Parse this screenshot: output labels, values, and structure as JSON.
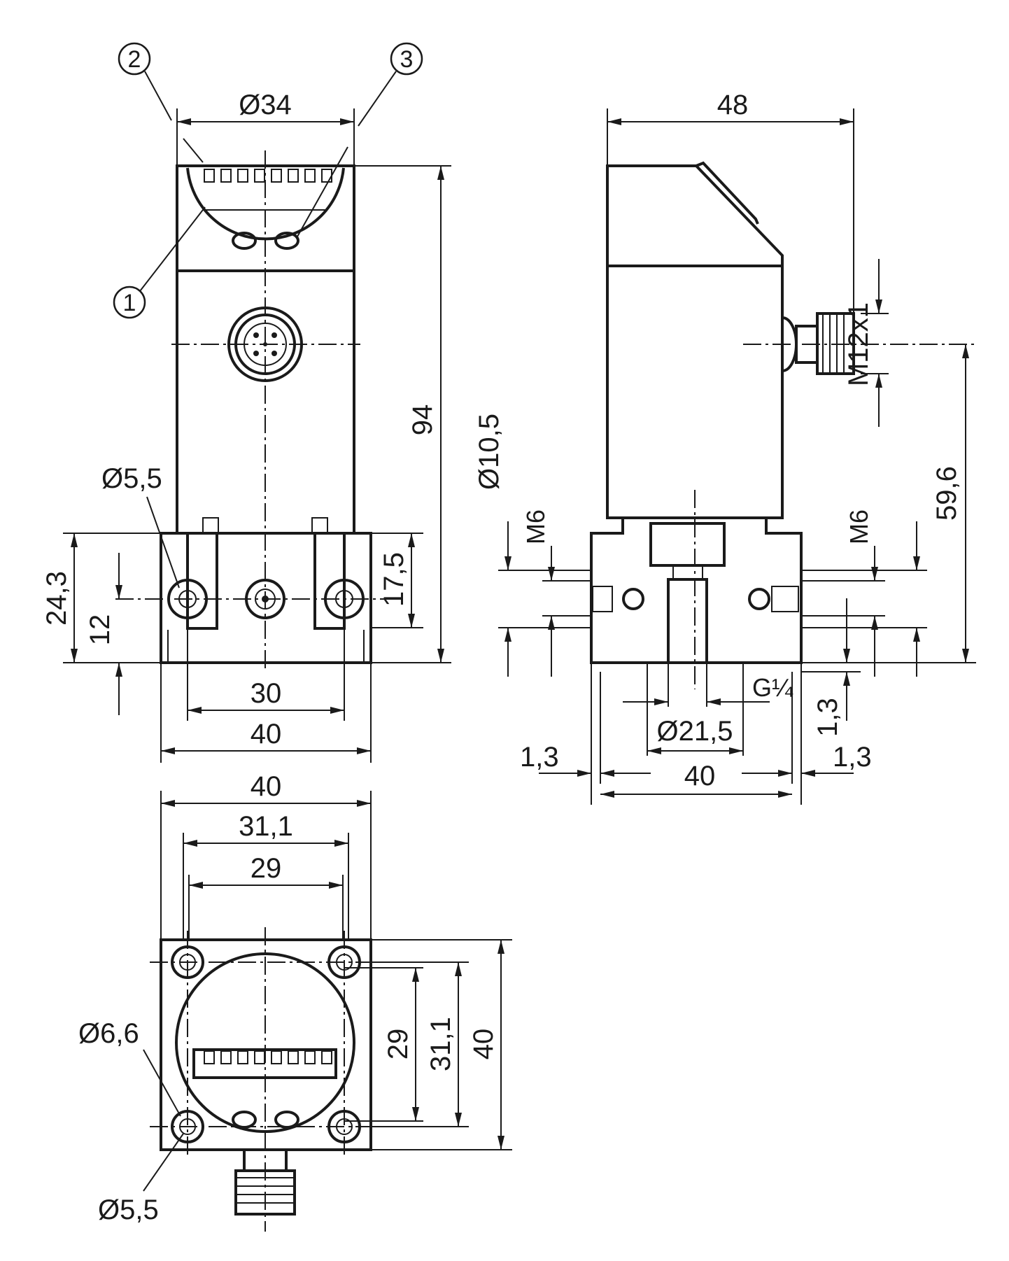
{
  "callouts": {
    "c1": "1",
    "c2": "2",
    "c3": "3"
  },
  "front_view": {
    "dia_display": "Ø34",
    "height_total": "94",
    "dia_mount_hole": "Ø5,5",
    "height_base": "24,3",
    "height_axis": "12",
    "height_block": "17,5",
    "hole_spacing": "30",
    "width_base": "40"
  },
  "side_view": {
    "depth_total": "48",
    "connector_thread": "M12x1",
    "connector_height": "59,6",
    "dia_counterbore": "Ø10,5",
    "thread_left": "M6",
    "thread_right": "M6",
    "port_thread": "G¼",
    "offset_bottom": "1,3",
    "dia_port": "Ø21,5",
    "offset_left": "1,3",
    "width_base": "40",
    "offset_right": "1,3"
  },
  "bottom_view": {
    "width_total": "40",
    "width_pitch": "31,1",
    "width_inner": "29",
    "height_inner": "29",
    "height_pitch": "31,1",
    "height_total": "40",
    "dia_counterbore": "Ø6,6",
    "dia_hole": "Ø5,5"
  }
}
